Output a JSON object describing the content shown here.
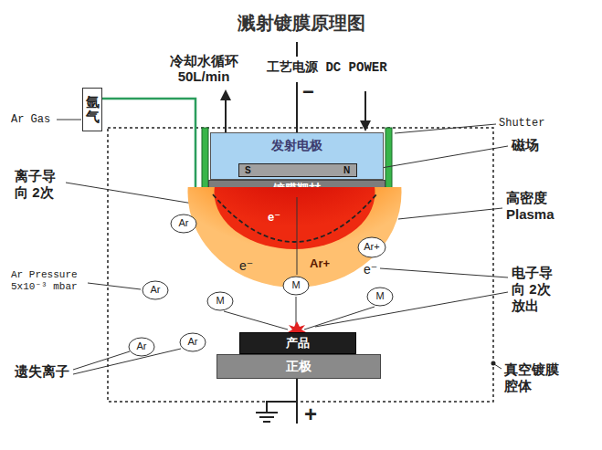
{
  "diagram": {
    "title": "溅射镀膜原理图",
    "nodes": [
      {
        "text": [
          "氩气"
        ]
      },
      {
        "text": [
          "发射电极"
        ]
      },
      {
        "text": [
          "S",
          "N"
        ],
        "in": 1
      },
      {
        "text": [
          "镀膜靶材"
        ]
      },
      {
        "text": [
          "e⁻",
          "Ar+"
        ]
      },
      {
        "text": [
          "Ar+"
        ],
        "in": 4
      },
      {
        "text": [
          "Ar"
        ]
      },
      {
        "text": [
          "Ar"
        ]
      },
      {
        "text": [
          "M"
        ]
      },
      {
        "text": [
          "M"
        ]
      },
      {
        "text": [
          "M"
        ]
      },
      {
        "text": [
          "Ar"
        ]
      },
      {
        "text": [
          "Ar"
        ]
      },
      {
        "text": [
          "产品"
        ]
      },
      {
        "text": [
          "正极"
        ]
      }
    ],
    "edges": [
      {
        "from": 0,
        "to": 3,
        "arrow": "none"
      }
    ],
    "labels": [
      "冷却水循环 50L/min",
      "工艺电源 DC POWER",
      "−",
      "Ar Gas",
      "Shutter",
      "磁场",
      "离子导向 2次",
      "高密度 Plasma",
      "Ar Pressure 5x10⁻³ mbar",
      "e⁻",
      "e⁻",
      "电子导向 2次放出",
      "遗失离子",
      "真空镀膜腔体",
      "+"
    ]
  }
}
